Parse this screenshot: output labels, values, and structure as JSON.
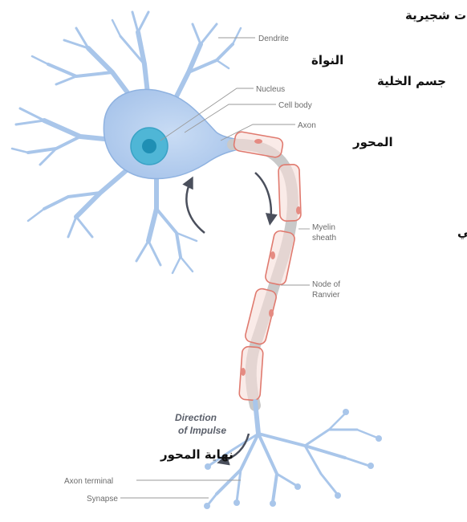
{
  "labels": {
    "dendrite": "Dendrite",
    "nucleus": "Nucleus",
    "cell_body": "Cell body",
    "axon": "Axon",
    "myelin_line1": "Myelin",
    "myelin_line2": "sheath",
    "node_line1": "Node of",
    "node_line2": "Ranvier",
    "direction_line1": "Direction",
    "direction_line2": "of Impulse",
    "axon_terminal": "Axon terminal",
    "synapse": "Synapse"
  },
  "arabic_labels": {
    "dendrite": "بروزات شجيرية",
    "nucleus": "النواة",
    "cell_body": "جسم الخلية",
    "axon": "المحور",
    "myelin_sheath": "غمد المحور العصبي",
    "axon_terminal": "نهاية المحور"
  },
  "colors": {
    "neuron_fill": "#a9c6ea",
    "neuron_edge": "#8fb2e0",
    "nucleus_outer": "#4fb6d6",
    "nucleus_inner": "#1f8fb4",
    "axon_core": "#c9c9c9",
    "myelin_stroke": "#e07a6f",
    "myelin_fill": "#f6ddd9",
    "arrow": "#4a4f5c"
  }
}
